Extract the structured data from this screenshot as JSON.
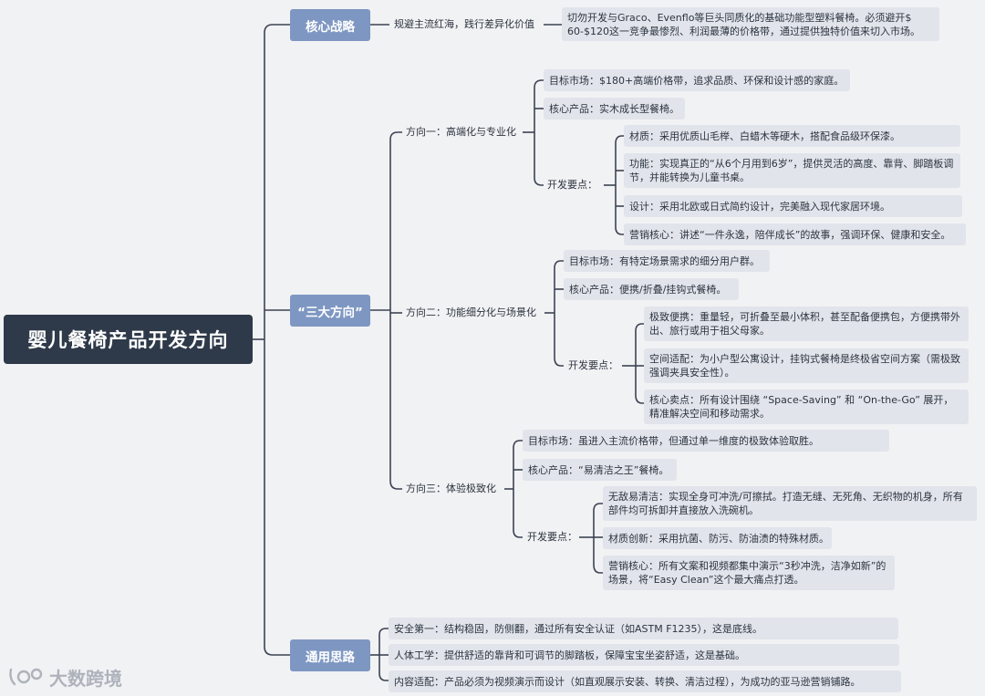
{
  "root": {
    "title": "婴儿餐椅产品开发方向"
  },
  "branches": {
    "core": {
      "label": "核心战略",
      "topic": "规避主流红海，践行差异化价值",
      "detail": "切勿开发与Graco、Evenflo等巨头同质化的基础功能型塑料餐椅。必须避开$ 60-$120这一竞争最惨烈、利润最薄的价格带，通过提供独特价值来切入市场。"
    },
    "three": {
      "label": "“三大方向”",
      "d1": {
        "label": "方向一：高端化与专业化",
        "market": "目标市场：$180+高端价格带，追求品质、环保和设计感的家庭。",
        "product": "核心产品：实木成长型餐椅。",
        "points_label": "开发要点：",
        "points": [
          "材质：采用优质山毛榉、白蜡木等硬木，搭配食品级环保漆。",
          "功能：实现真正的“从6个月用到6岁”，提供灵活的高度、靠背、脚踏板调节，并能转换为儿童书桌。",
          "设计：采用北欧或日式简约设计，完美融入现代家居环境。",
          "营销核心：讲述“一件永逸，陪伴成长”的故事，强调环保、健康和安全。"
        ]
      },
      "d2": {
        "label": "方向二：功能细分化与场景化",
        "market": "目标市场：有特定场景需求的细分用户群。",
        "product": "核心产品：便携/折叠/挂钩式餐椅。",
        "points_label": "开发要点：",
        "points": [
          "极致便携：重量轻，可折叠至最小体积，甚至配备便携包，方便携带外出、旅行或用于祖父母家。",
          "空间适配：为小户型公寓设计，挂钩式餐椅是终极省空间方案（需极致强调夹具安全性）。",
          "核心卖点：所有设计围绕 “Space-Saving” 和 “On-the-Go” 展开，精准解决空间和移动需求。"
        ]
      },
      "d3": {
        "label": "方向三：体验极致化",
        "market": "目标市场：虽进入主流价格带，但通过单一维度的极致体验取胜。",
        "product": "核心产品：“易清洁之王”餐椅。",
        "points_label": "开发要点：",
        "points": [
          "无敌易清洁：实现全身可冲洗/可擦拭。打造无缝、无死角、无织物的机身，所有部件均可拆卸并直接放入洗碗机。",
          "材质创新：采用抗菌、防污、防油渍的特殊材质。",
          "营销核心：所有文案和视频都集中演示“3秒冲洗，洁净如新”的场景，将“Easy Clean”这个最大痛点打透。"
        ]
      }
    },
    "general": {
      "label": "通用思路",
      "items": [
        "安全第一：结构稳固，防侧翻，通过所有安全认证（如ASTM F1235），这是底线。",
        "人体工学：提供舒适的靠背和可调节的脚踏板，保障宝宝坐姿舒适，这是基础。",
        "内容适配：产品必须为视频演示而设计（如直观展示安装、转换、清洁过程），为成功的亚马逊营销铺路。"
      ]
    }
  },
  "watermark": {
    "text": "大数跨境"
  },
  "colors": {
    "root": "#2e3949",
    "level1": "#7e97c2",
    "box": "#e1e4ea",
    "line": "#3b4352",
    "background": "#f1f2f4"
  }
}
